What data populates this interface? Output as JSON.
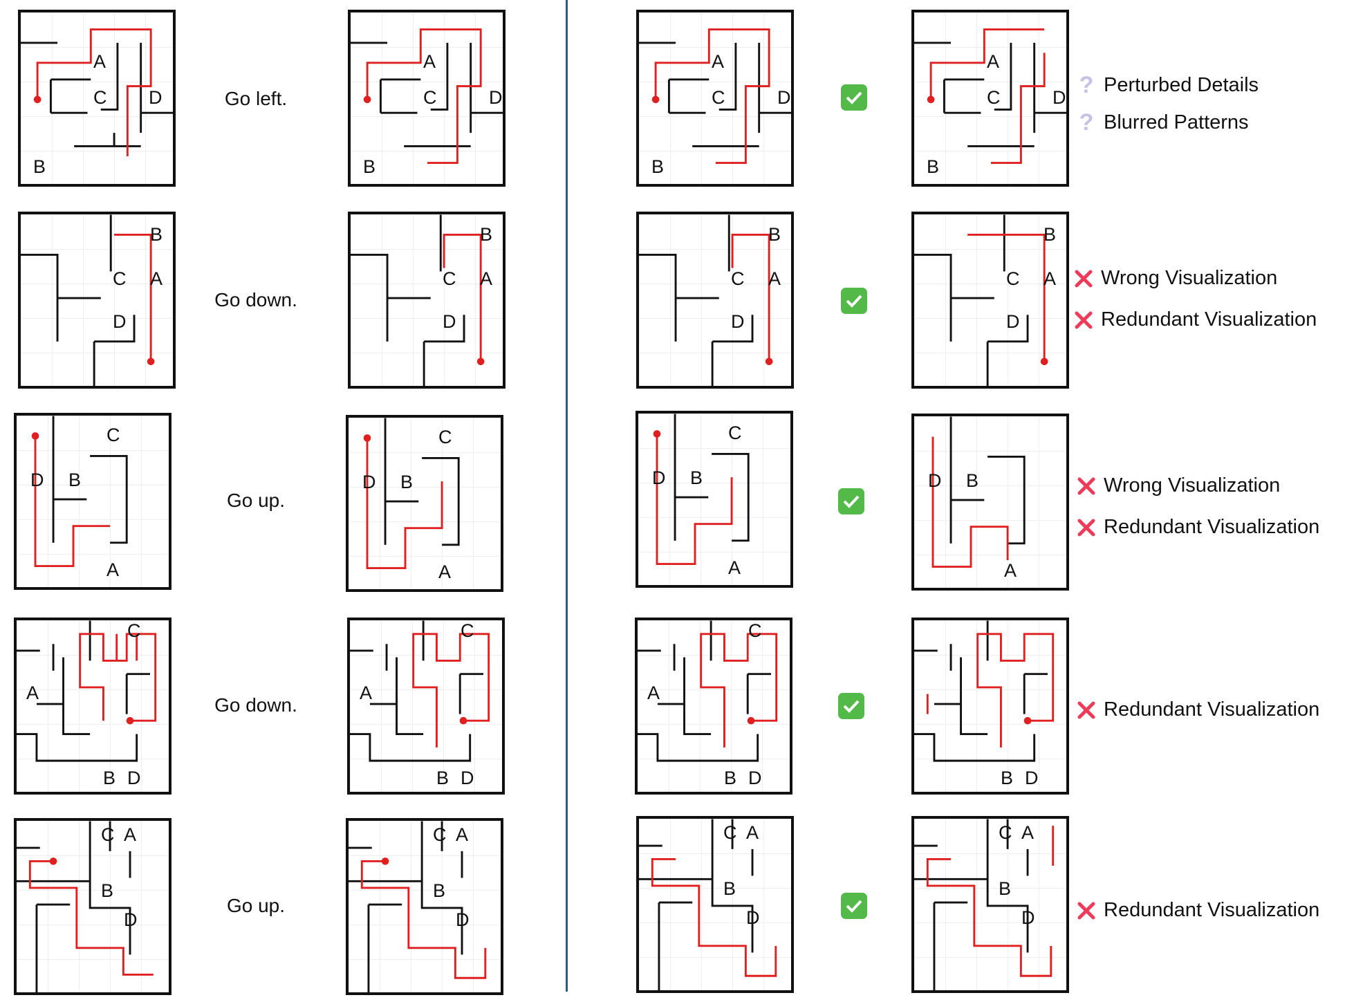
{
  "colors": {
    "path": "#e02020",
    "wall": "#111111",
    "divider": "#2f5f78",
    "check": "#53b948",
    "cross": "#ee3b5a",
    "question": "#c9c0e6"
  },
  "rows": [
    {
      "instruction": "Go left.",
      "labels": [
        {
          "t": "A"
        },
        {
          "t": "C"
        },
        {
          "t": "D"
        },
        {
          "t": "B"
        }
      ],
      "notes": [
        {
          "icon": "question-icon",
          "text": "Perturbed Details"
        },
        {
          "icon": "question-icon",
          "text": "Blurred Patterns"
        }
      ]
    },
    {
      "instruction": "Go down.",
      "labels": [
        {
          "t": "B"
        },
        {
          "t": "C"
        },
        {
          "t": "A"
        },
        {
          "t": "D"
        }
      ],
      "notes": [
        {
          "icon": "cross-icon",
          "text": "Wrong Visualization"
        },
        {
          "icon": "cross-icon",
          "text": "Redundant Visualization"
        }
      ]
    },
    {
      "instruction": "Go up.",
      "labels": [
        {
          "t": "C"
        },
        {
          "t": "D"
        },
        {
          "t": "B"
        },
        {
          "t": "A"
        }
      ],
      "notes": [
        {
          "icon": "cross-icon",
          "text": "Wrong Visualization"
        },
        {
          "icon": "cross-icon",
          "text": "Redundant Visualization"
        }
      ]
    },
    {
      "instruction": "Go down.",
      "labels": [
        {
          "t": "C"
        },
        {
          "t": "A"
        },
        {
          "t": "B"
        },
        {
          "t": "D"
        }
      ],
      "notes": [
        {
          "icon": "cross-icon",
          "text": "Redundant Visualization"
        }
      ]
    },
    {
      "instruction": "Go up.",
      "labels": [
        {
          "t": "C"
        },
        {
          "t": "A"
        },
        {
          "t": "B"
        },
        {
          "t": "D"
        }
      ],
      "notes": [
        {
          "icon": "cross-icon",
          "text": "Redundant Visualization"
        }
      ]
    }
  ]
}
